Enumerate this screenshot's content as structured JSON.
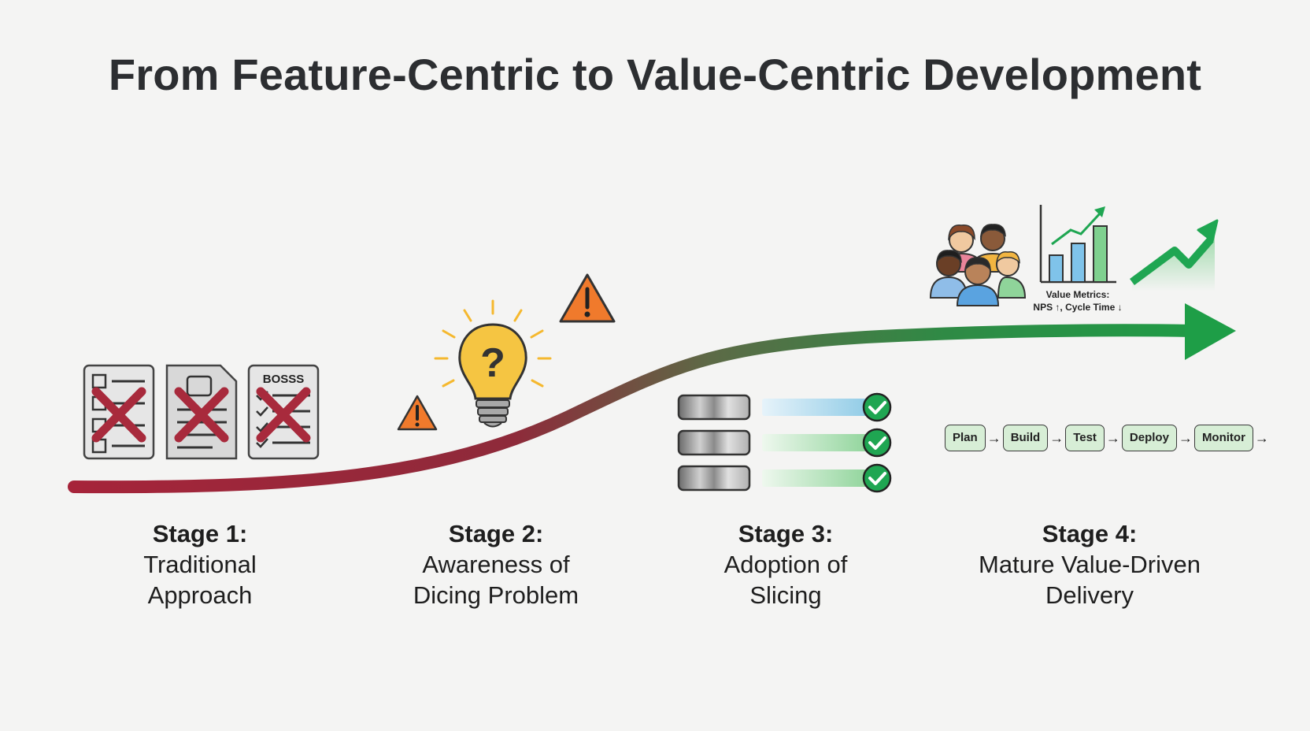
{
  "title": "From Feature-Centric to Value-Centric Development",
  "stages": [
    {
      "num": "Stage 1:",
      "desc": "Traditional Approach"
    },
    {
      "num": "Stage 2:",
      "desc": "Awareness of Dicing Problem"
    },
    {
      "num": "Stage 3:",
      "desc": "Adoption of Slicing"
    },
    {
      "num": "Stage 4:",
      "desc": "Mature Value-Driven Delivery"
    }
  ],
  "stage1_doc_label": "BOSSS",
  "metrics": {
    "line1": "Value Metrics:",
    "line2": "NPS ↑, Cycle Time ↓"
  },
  "pipeline": [
    "Plan",
    "Build",
    "Test",
    "Deploy",
    "Monitor"
  ],
  "icons": {
    "stage1": [
      "checklist-doc-icon",
      "document-icon",
      "bosss-doc-icon",
      "red-x-icon"
    ],
    "stage2": [
      "lightbulb-question-icon",
      "warning-icon"
    ],
    "stage3": [
      "slice-bar-icon",
      "check-circle-icon"
    ],
    "stage4": [
      "team-icon",
      "bar-chart-icon",
      "growth-arrow-icon"
    ]
  },
  "colors": {
    "arrow_start": "#a6243a",
    "arrow_mid": "#5c6a46",
    "arrow_end": "#1e9e47",
    "warning": "#f07a2c",
    "bulb": "#f5c542",
    "check": "#1fa652",
    "pipeline_fill": "#d7eed6"
  }
}
